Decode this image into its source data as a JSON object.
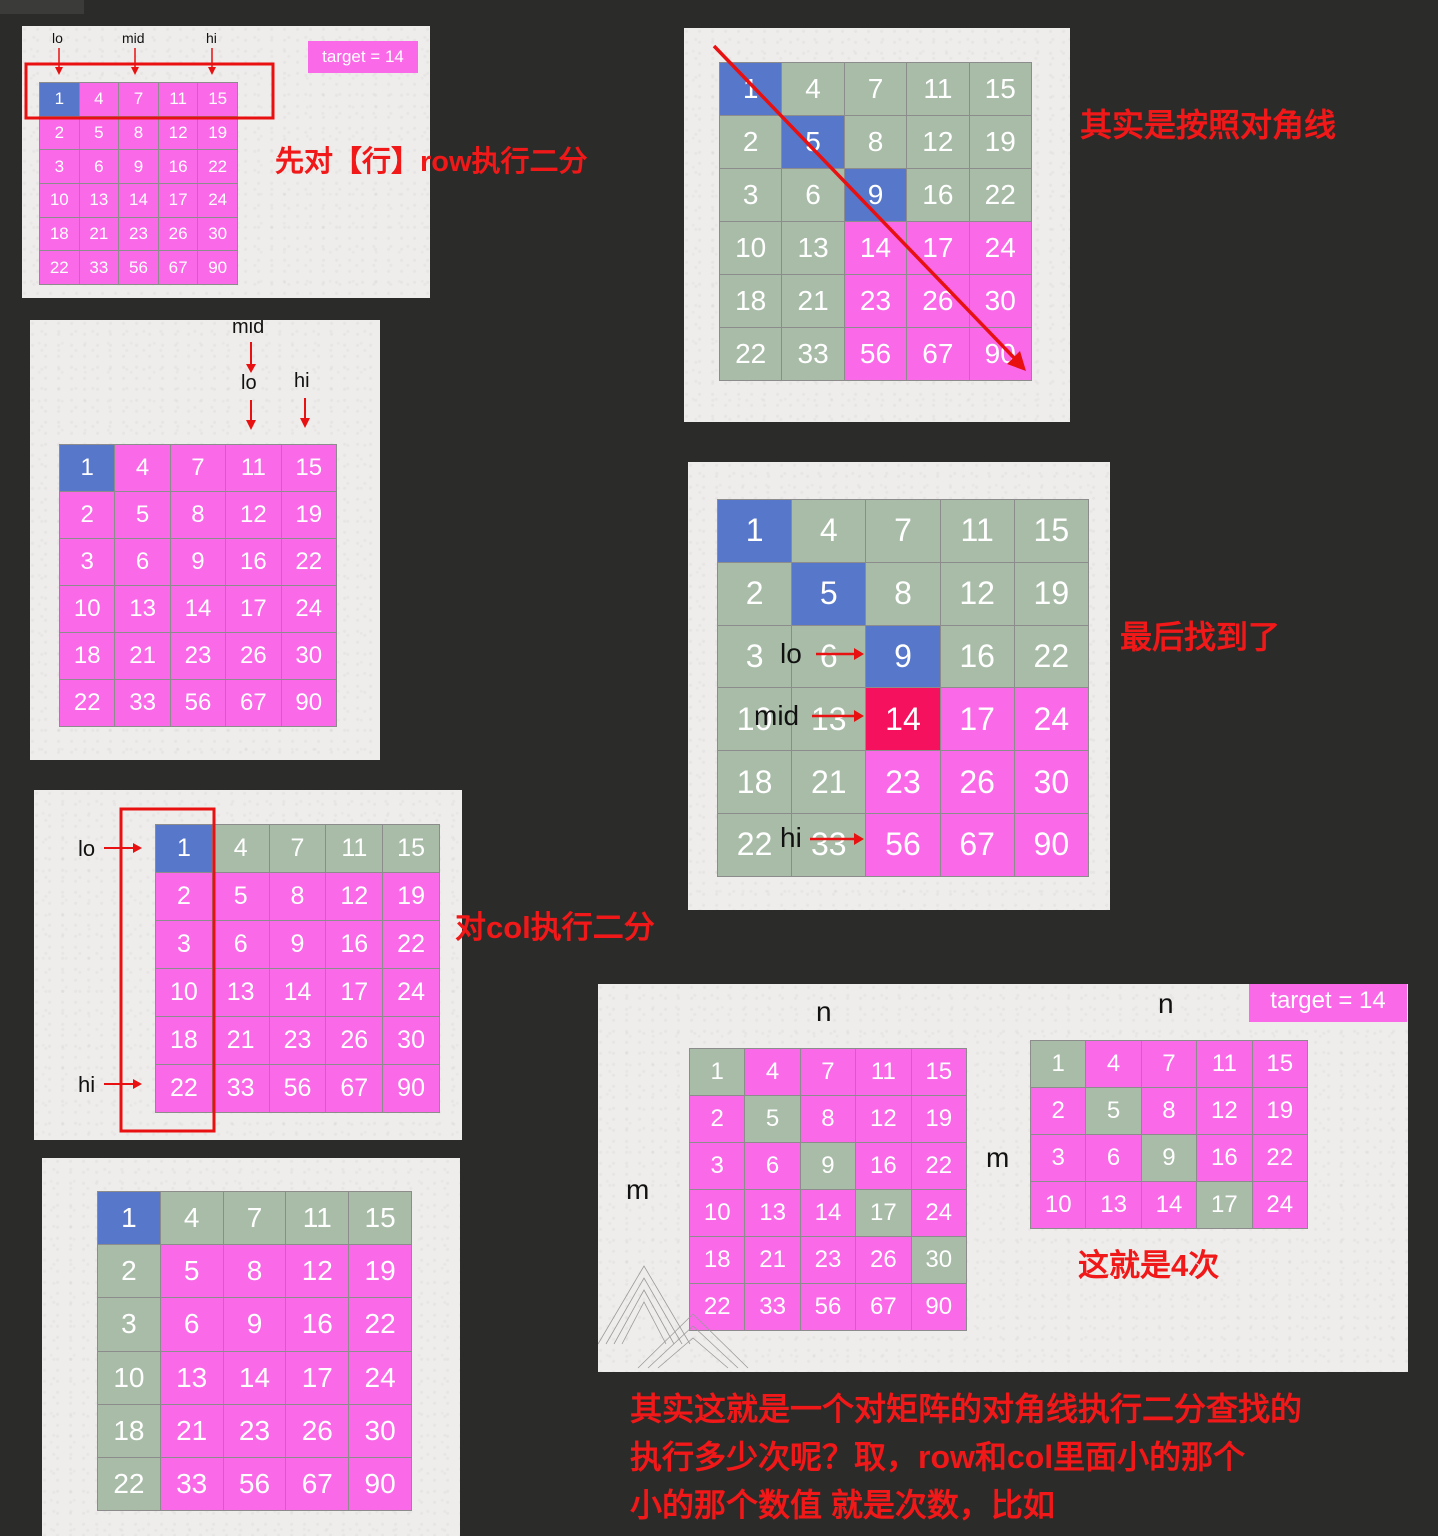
{
  "target_label": "target = 14",
  "matrix": [
    [
      "1",
      "4",
      "7",
      "11",
      "15"
    ],
    [
      "2",
      "5",
      "8",
      "12",
      "19"
    ],
    [
      "3",
      "6",
      "9",
      "16",
      "22"
    ],
    [
      "10",
      "13",
      "14",
      "17",
      "24"
    ],
    [
      "18",
      "21",
      "23",
      "26",
      "30"
    ],
    [
      "22",
      "33",
      "56",
      "67",
      "90"
    ]
  ],
  "pointer_labels": {
    "lo": "lo",
    "mid": "mid",
    "hi": "hi"
  },
  "notes": {
    "row_binary": "先对【行】row执行二分",
    "diagonal": "其实是按照对角线",
    "found": "最后找到了",
    "col_binary": "对col执行二分",
    "four_times": "这就是4次",
    "summary_line1": "其实这就是一个对矩阵的对角线执行二分查找的",
    "summary_line2": "执行多少次呢？取，row和col里面小的那个",
    "summary_line3": "小的那个数值 就是次数，比如"
  },
  "dims": {
    "n": "n",
    "m": "m"
  },
  "colors": {
    "pink": "#f969e8",
    "gray_green": "#a8bca8",
    "blue": "#5777cb",
    "hot_pink": "#f5115d",
    "annotation_red": "#f01818"
  }
}
